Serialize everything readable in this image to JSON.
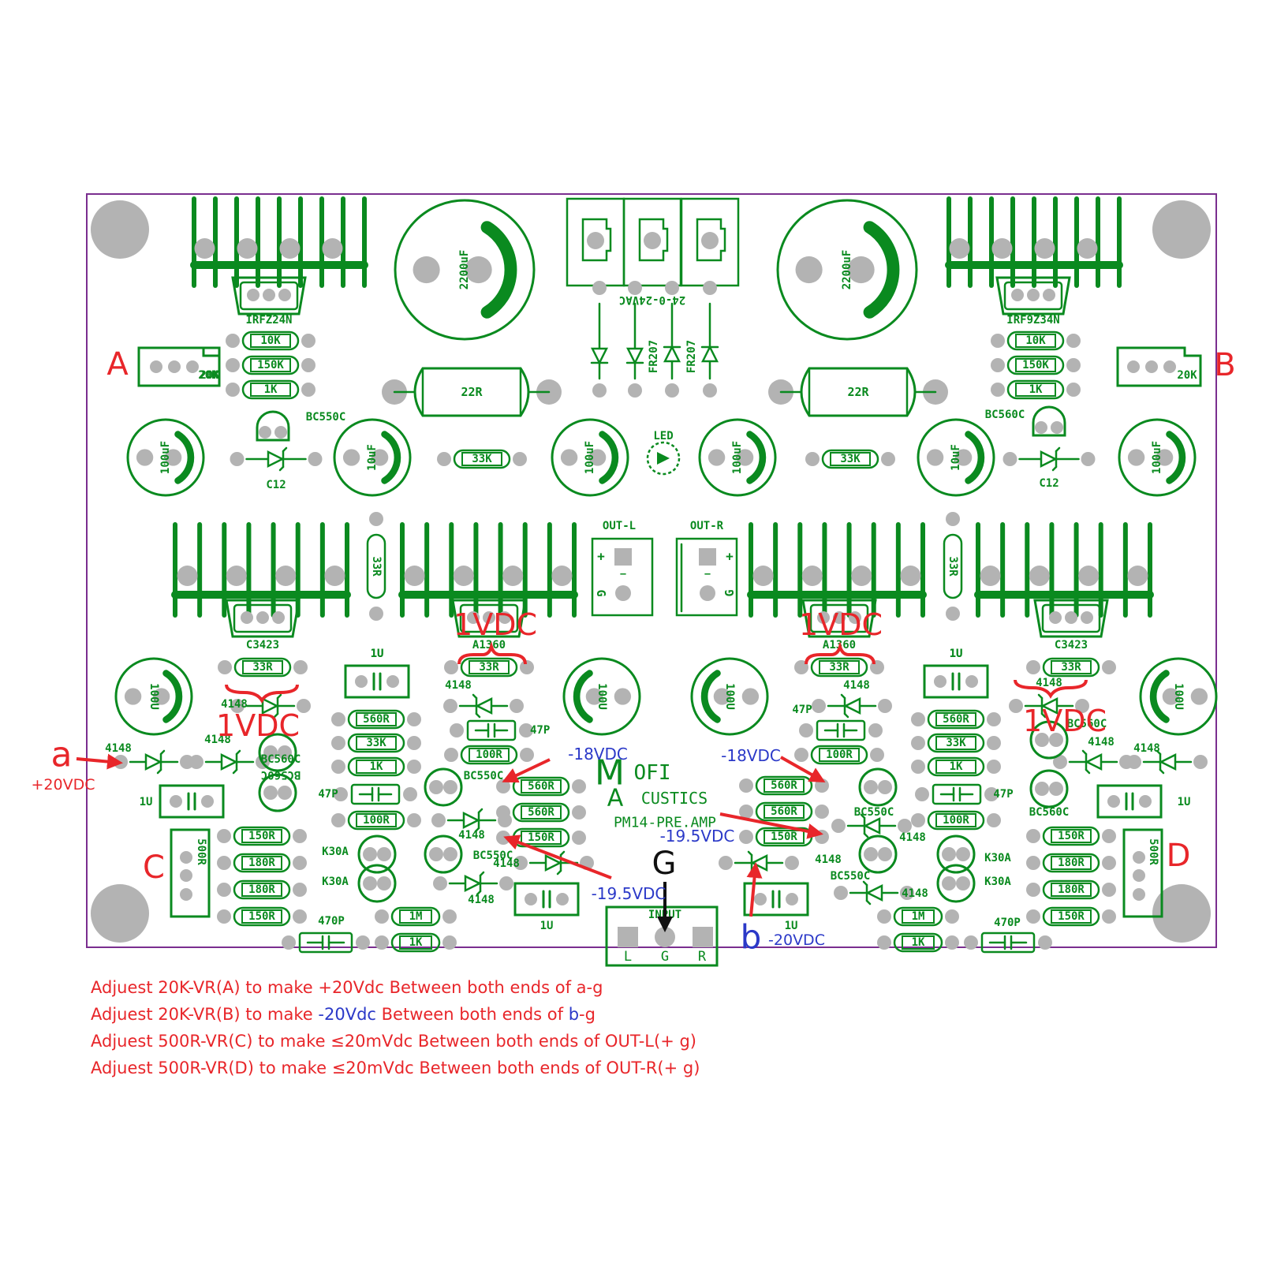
{
  "colors": {
    "trace": "#0a8a1f",
    "pad": "#b3b3b3",
    "marker": "#e8262a",
    "voltage_blue": "#2b39c8",
    "outline": "#7a2e8f",
    "arrow_black": "#111111"
  },
  "top": {
    "q_left": "IRFZ24N",
    "q_right": "IRF9Z34N",
    "cap_big": "2200uF",
    "connector": "24-0-24VAC",
    "r_10k": "10K",
    "r_150k": "150K",
    "r_1k": "1K",
    "trim_20k": "20K",
    "r_22r": "22R",
    "diode": "FR207",
    "tr_left": "BC550C",
    "tr_right": "BC560C",
    "zener": "C12",
    "cap_100uf": "100uF",
    "cap_10uf": "10uF",
    "r_33k": "33K",
    "led": "LED"
  },
  "mid": {
    "out_l": "OUT-L",
    "out_r": "OUT-R",
    "plus": "+",
    "minus": "—",
    "gnd": "G",
    "r_33r": "33R",
    "q_c3423": "C3423",
    "q_a1360": "A1360",
    "cap_1u": "1U",
    "cap_100u": "100U",
    "d_4148": "4148",
    "cap_47p": "47P",
    "r_560r": "560R",
    "r_33k": "33K",
    "r_1k": "1K",
    "r_100r": "100R",
    "tr_bc560c": "BC560C",
    "tr_bc550c": "BC550C",
    "r_150r": "150R",
    "r_180r": "180R",
    "trim_500r": "500R",
    "fet_k30a": "K30A",
    "r_1m": "1M",
    "cap_470p": "470P"
  },
  "brand": {
    "l1a": "M",
    "l1b": "OFI",
    "l2a": "A",
    "l2b": "CUSTICS",
    "model": "PM14-PRE.AMP"
  },
  "input": {
    "title": "INPUT",
    "l": "L",
    "g": "G",
    "r": "R"
  },
  "annotations": {
    "A": "A",
    "B": "B",
    "C": "C",
    "D": "D",
    "a": "a",
    "b": "b",
    "G": "G",
    "v_plus20": "+20VDC",
    "v_minus20": "-20VDC",
    "v_1vdc": "1VDC",
    "v_minus18": "-18VDC",
    "v_minus19_5": "-19.5VDC"
  },
  "instructions": [
    {
      "prefix": "Adjuest 20K-VR(A) to make +20Vdc Between both ends of a-g",
      "blue1": "",
      "mid": "",
      "blue2": "",
      "suffix": ""
    },
    {
      "prefix": "Adjuest 20K-VR(B) to make ",
      "blue1": "-20Vdc",
      "mid": " Between both ends of ",
      "blue2": "b",
      "suffix": "-g"
    },
    {
      "prefix": "Adjuest 500R-VR(C) to make ≤20mVdc Between both ends of OUT-L(+ g)",
      "blue1": "",
      "mid": "",
      "blue2": "",
      "suffix": ""
    },
    {
      "prefix": "Adjuest 500R-VR(D) to make ≤20mVdc Between both ends of OUT-R(+ g)",
      "blue1": "",
      "mid": "",
      "blue2": "",
      "suffix": ""
    }
  ]
}
